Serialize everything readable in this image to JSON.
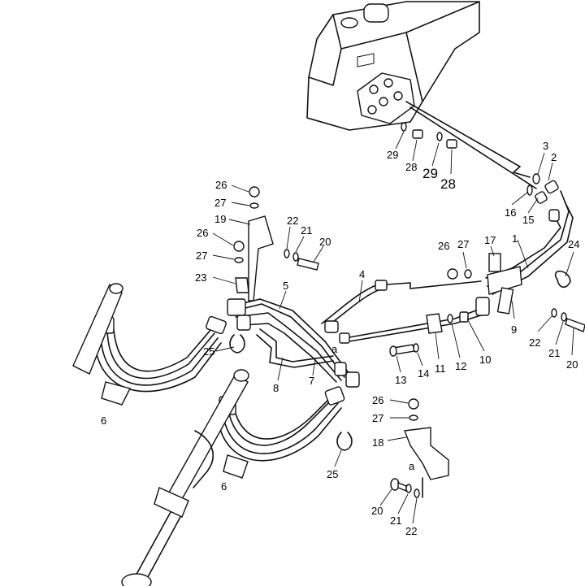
{
  "labels": {
    "l1": "1",
    "l2": "2",
    "l3": "3",
    "l4": "4",
    "l5": "5",
    "l6a": "6",
    "l6b": "6",
    "l7": "7",
    "l8": "8",
    "l9": "9",
    "l10": "10",
    "l11": "11",
    "l12": "12",
    "l13": "13",
    "l14": "14",
    "l15": "15",
    "l16": "16",
    "l17": "17",
    "l18": "18",
    "l19": "19",
    "l20a": "20",
    "l20b": "20",
    "l20c": "20",
    "l21a": "21",
    "l21b": "21",
    "l21c": "21",
    "l22a": "22",
    "l22b": "22",
    "l22c": "22",
    "l23": "23",
    "l24": "24",
    "l25a": "25",
    "l25b": "25",
    "l26a": "26",
    "l26b": "26",
    "l26c": "26",
    "l26d": "26",
    "l27a": "27",
    "l27b": "27",
    "l27c": "27",
    "l27d": "27",
    "l28a": "28",
    "l28b": "28",
    "l29a": "29",
    "l29b": "29",
    "ref_a1": "a",
    "ref_a2": "a"
  }
}
